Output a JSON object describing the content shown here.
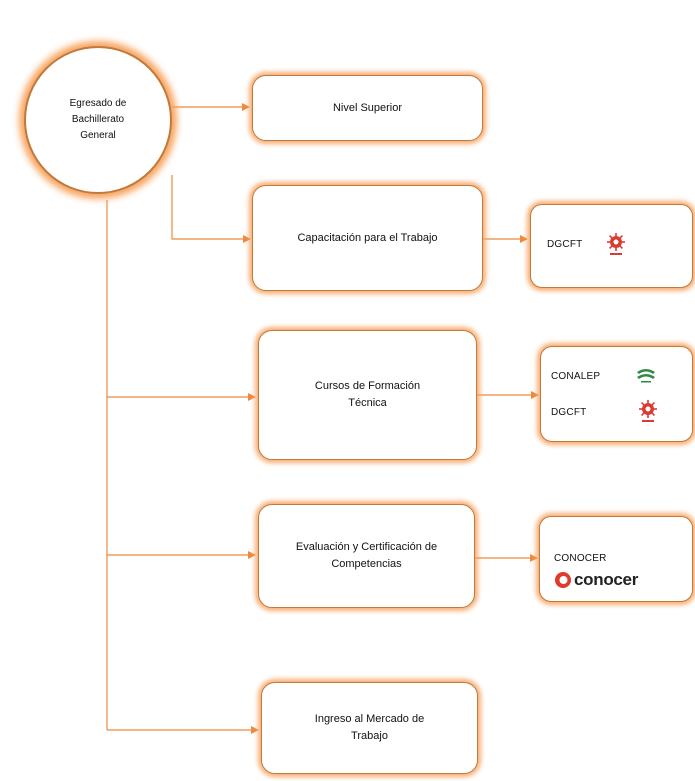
{
  "diagram": {
    "root": {
      "label": "Egresado  de\nBachillerato\nGeneral"
    },
    "options": [
      {
        "label": "Nivel Superior"
      },
      {
        "label": "Capacitación  para el Trabajo"
      },
      {
        "label": "Cursos  de  Formación\nTécnica"
      },
      {
        "label": "Evaluación  y Certificación  de\nCompetencias"
      },
      {
        "label": "Ingreso al Mercado de\nTrabajo"
      }
    ],
    "institutions": {
      "dgcft_box": {
        "name": "DGCFT",
        "logo": "dgcft-emblem-icon"
      },
      "technical_box": [
        {
          "name": "CONALEP",
          "logo": "conalep-logo-icon"
        },
        {
          "name": "DGCFT",
          "logo": "dgcft-emblem-icon"
        }
      ],
      "conocer_box": {
        "name": "CONOCER",
        "logo_text": "conocer"
      }
    },
    "colors": {
      "connector": "#ee8a3e",
      "border": "#c07a3c",
      "glow": "#f7a05a",
      "dgcft_red": "#d93a32",
      "conalep_green": "#2f8a46",
      "conocer_red": "#e03a2a"
    }
  }
}
